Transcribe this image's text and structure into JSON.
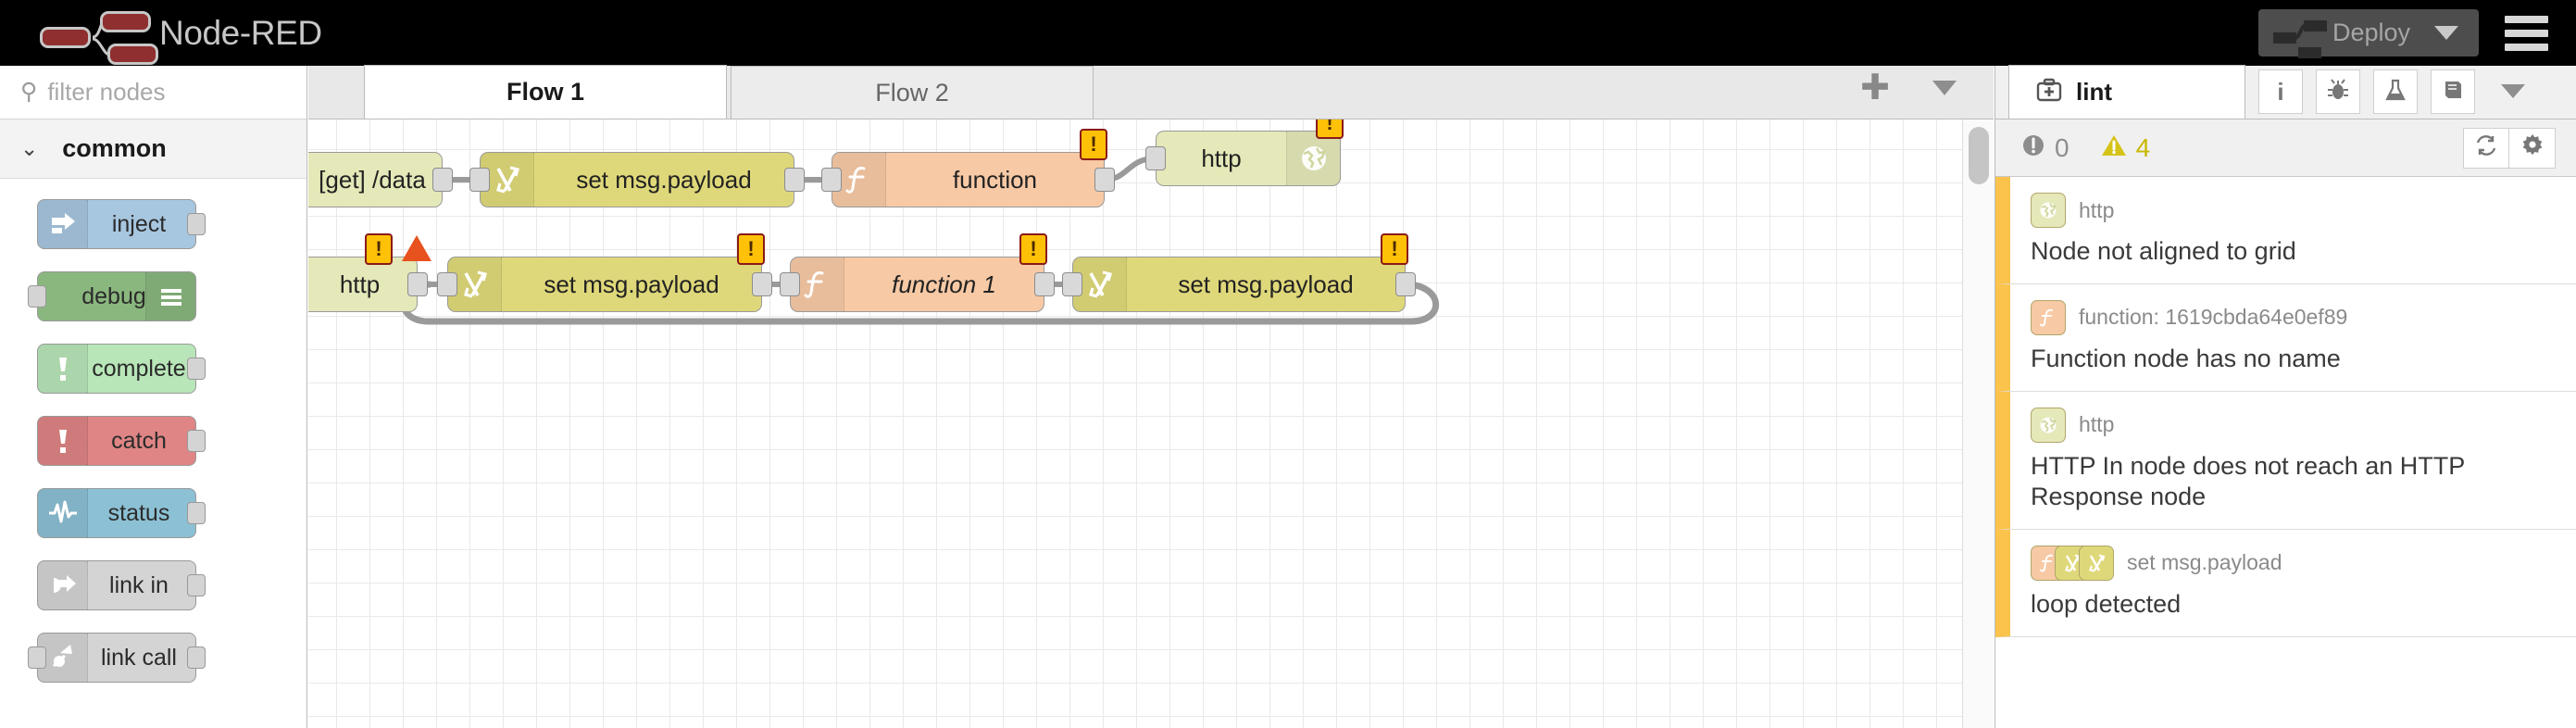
{
  "header": {
    "brand_title": "Node-RED",
    "logo_icon": "node-red-logo-icon",
    "deploy_label": "Deploy",
    "deploy_icon": "deploy-nodes-icon",
    "deploy_caret_icon": "chevron-down-icon",
    "menu_icon": "hamburger-menu-icon"
  },
  "palette": {
    "search_placeholder": "filter nodes",
    "search_value": "",
    "search_icon": "search-icon",
    "category": {
      "label": "common",
      "caret_icon": "chevron-down-icon",
      "expanded": true
    },
    "nodes": [
      {
        "label": "inject",
        "icon": "inject-arrow-icon",
        "color": "#a7c6e0",
        "icon_side": "left",
        "has_input": false,
        "has_output": true
      },
      {
        "label": "debug",
        "icon": "debug-bug-icon",
        "color": "#8ab77e",
        "icon_side": "none",
        "has_input": true,
        "has_output": false
      },
      {
        "label": "complete",
        "icon": "exclamation-icon",
        "color": "#b8e6b8",
        "icon_side": "left",
        "has_input": false,
        "has_output": true
      },
      {
        "label": "catch",
        "icon": "exclamation-icon",
        "color": "#e08585",
        "icon_side": "left",
        "has_input": false,
        "has_output": true
      },
      {
        "label": "status",
        "icon": "pulse-wave-icon",
        "color": "#8cc0d4",
        "icon_side": "left",
        "has_input": false,
        "has_output": true
      },
      {
        "label": "link in",
        "icon": "link-in-icon",
        "color": "#d4d4d4",
        "icon_side": "left",
        "has_input": false,
        "has_output": true
      },
      {
        "label": "link call",
        "icon": "link-call-icon",
        "color": "#d4d4d4",
        "icon_side": "left",
        "has_input": true,
        "has_output": true
      }
    ]
  },
  "tabbar": {
    "tabs": [
      {
        "label": "Flow 1",
        "active": true
      },
      {
        "label": "Flow 2",
        "active": false
      }
    ],
    "add_tab_icon": "plus-icon",
    "tab_menu_icon": "chevron-down-icon"
  },
  "canvas": {
    "flows": [
      {
        "row": 1,
        "nodes": [
          {
            "label": "[get] /data",
            "type": "http-in",
            "icon": "globe-icon",
            "color": "#e5e8b8",
            "icon_side": "left",
            "italic": false,
            "has_input": false,
            "has_output": true,
            "warn_badge": false,
            "triangle_badge": false
          },
          {
            "label": "set msg.payload",
            "type": "change",
            "icon": "change-arrows-icon",
            "color": "#dfd87a",
            "icon_side": "left",
            "italic": false,
            "has_input": true,
            "has_output": true,
            "warn_badge": false,
            "triangle_badge": false
          },
          {
            "label": "function",
            "type": "function",
            "icon": "function-f-icon",
            "color": "#f7c9a5",
            "icon_side": "left",
            "italic": false,
            "has_input": true,
            "has_output": true,
            "warn_badge": true,
            "triangle_badge": false
          },
          {
            "label": "http",
            "type": "http-response",
            "icon": "globe-icon",
            "color": "#e5e8b8",
            "icon_side": "right",
            "italic": false,
            "has_input": true,
            "has_output": false,
            "warn_badge": true,
            "triangle_badge": false
          }
        ]
      },
      {
        "row": 2,
        "nodes": [
          {
            "label": "http",
            "type": "http-in",
            "icon": "globe-icon",
            "color": "#e5e8b8",
            "icon_side": "left",
            "italic": false,
            "has_input": false,
            "has_output": true,
            "warn_badge": true,
            "triangle_badge": true
          },
          {
            "label": "set msg.payload",
            "type": "change",
            "icon": "change-arrows-icon",
            "color": "#dfd87a",
            "icon_side": "left",
            "italic": false,
            "has_input": true,
            "has_output": true,
            "warn_badge": true,
            "triangle_badge": false
          },
          {
            "label": "function 1",
            "type": "function",
            "icon": "function-f-icon",
            "color": "#f7c9a5",
            "icon_side": "left",
            "italic": true,
            "has_input": true,
            "has_output": true,
            "warn_badge": true,
            "triangle_badge": false
          },
          {
            "label": "set msg.payload",
            "type": "change",
            "icon": "change-arrows-icon",
            "color": "#dfd87a",
            "icon_side": "left",
            "italic": false,
            "has_input": true,
            "has_output": true,
            "warn_badge": true,
            "triangle_badge": false
          }
        ]
      }
    ],
    "loop_wire": true
  },
  "sidebar": {
    "active_tab": {
      "label": "lint",
      "icon": "first-aid-kit-icon"
    },
    "tab_buttons": [
      {
        "name": "info",
        "icon": "info-icon"
      },
      {
        "name": "debug",
        "icon": "bug-icon"
      },
      {
        "name": "context",
        "icon": "flask-icon"
      },
      {
        "name": "help",
        "icon": "book-icon"
      }
    ],
    "tab_overflow_icon": "chevron-down-icon",
    "counts": {
      "error_icon": "error-circle-icon",
      "error_count": "0",
      "error_color": "#9a9a9a",
      "warning_icon": "warning-triangle-icon",
      "warning_count": "4",
      "warning_color": "#d6c318"
    },
    "actions": [
      {
        "name": "refresh",
        "icon": "refresh-icon"
      },
      {
        "name": "settings",
        "icon": "gear-icon"
      }
    ],
    "items": [
      {
        "node_name": "http",
        "icons": [
          {
            "icon": "globe-icon",
            "color": "#e5e8b8"
          }
        ],
        "message": "Node not aligned to grid",
        "severity_color": "#fbc34b"
      },
      {
        "node_name": "function: 1619cbda64e0ef89",
        "icons": [
          {
            "icon": "function-f-icon",
            "color": "#f7c9a5"
          }
        ],
        "message": "Function node has no name",
        "severity_color": "#fbc34b"
      },
      {
        "node_name": "http",
        "icons": [
          {
            "icon": "globe-icon",
            "color": "#e5e8b8"
          }
        ],
        "message": "HTTP In node does not reach an HTTP Response node",
        "severity_color": "#fbc34b"
      },
      {
        "node_name": "set msg.payload",
        "icons": [
          {
            "icon": "function-f-icon",
            "color": "#f7c9a5"
          },
          {
            "icon": "change-arrows-icon",
            "color": "#dfd87a"
          },
          {
            "icon": "change-arrows-icon",
            "color": "#dfd87a"
          }
        ],
        "message": "loop detected",
        "severity_color": "#fbc34b"
      }
    ]
  }
}
